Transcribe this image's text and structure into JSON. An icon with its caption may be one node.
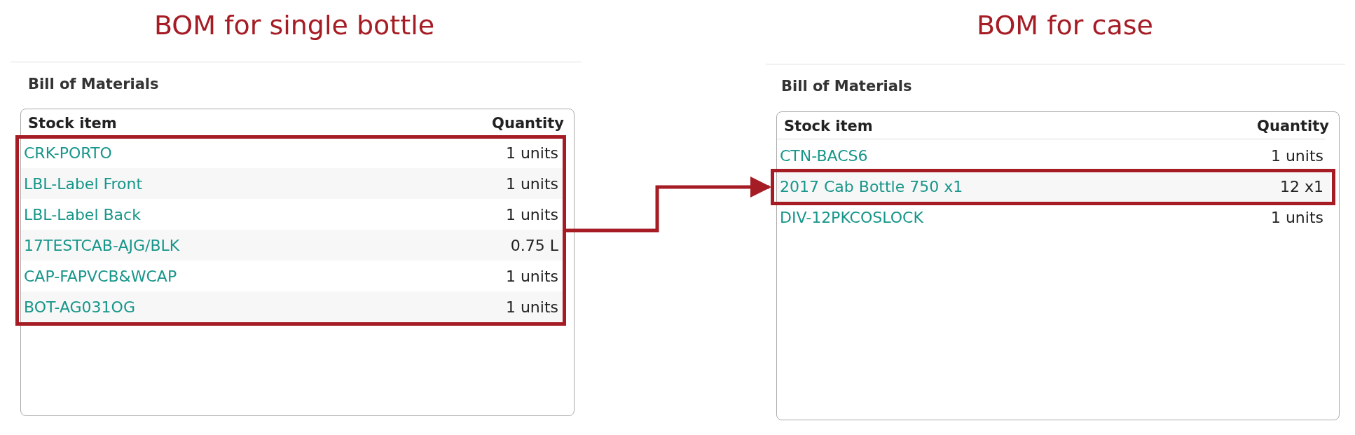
{
  "diagram": {
    "nodes": [
      {
        "text": [],
        "shape": "box"
      },
      {
        "text": [],
        "shape": "box"
      }
    ],
    "edges": [
      {
        "from": 0,
        "to": 1,
        "arrow": "to"
      }
    ],
    "labels": [
      "BOM for single bottle",
      "Bill of Materials",
      "Stock item",
      "Quantity",
      "CRK-PORTO",
      "1 units",
      "LBL-Label Front",
      "1 units",
      "LBL-Label Back",
      "1 units",
      "17TESTCAB-AJG/BLK",
      "0.75 L",
      "CAP-FAPVCB&WCAP",
      "1 units",
      "BOT-AG031OG",
      "1 units",
      "BOM for case",
      "Bill of Materials",
      "Stock item",
      "Quantity",
      "CTN-BACS6",
      "1 units",
      "2017 Cab Bottle 750 x1",
      "12 x1",
      "DIV-12PKCOSLOCK",
      "1 units"
    ]
  }
}
